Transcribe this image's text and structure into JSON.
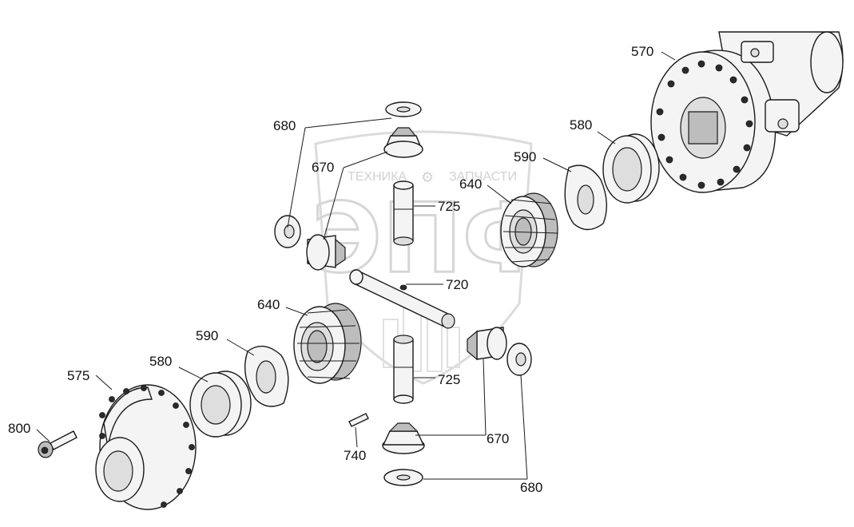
{
  "watermark": {
    "text_left": "ТЕХНИКА",
    "text_right": "ЗАПЧАСТИ",
    "letters": "ЭПФ"
  },
  "callouts": [
    {
      "id": "570",
      "text": "570"
    },
    {
      "id": "680-top",
      "text": "680"
    },
    {
      "id": "580-right",
      "text": "580"
    },
    {
      "id": "670-top",
      "text": "670"
    },
    {
      "id": "590-right",
      "text": "590"
    },
    {
      "id": "640-right",
      "text": "640"
    },
    {
      "id": "725-top",
      "text": "725"
    },
    {
      "id": "720",
      "text": "720"
    },
    {
      "id": "640-left",
      "text": "640"
    },
    {
      "id": "590-left",
      "text": "590"
    },
    {
      "id": "580-left",
      "text": "580"
    },
    {
      "id": "575",
      "text": "575"
    },
    {
      "id": "725-bottom",
      "text": "725"
    },
    {
      "id": "800",
      "text": "800"
    },
    {
      "id": "670-bottom",
      "text": "670"
    },
    {
      "id": "740",
      "text": "740"
    },
    {
      "id": "680-bottom",
      "text": "680"
    }
  ]
}
